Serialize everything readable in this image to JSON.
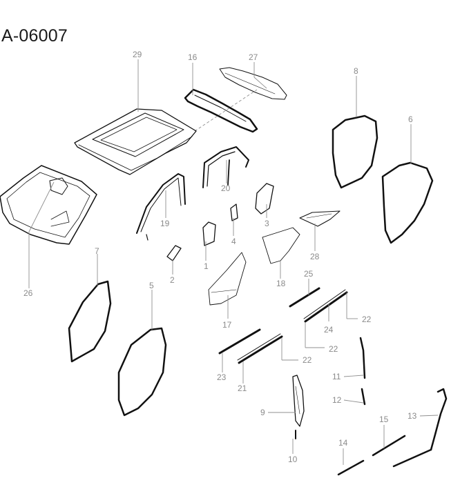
{
  "diagram": {
    "code": "A-06007",
    "callouts": {
      "c1": "1",
      "c2": "2",
      "c3": "3",
      "c4": "4",
      "c5": "5",
      "c6": "6",
      "c7": "7",
      "c8": "8",
      "c9": "9",
      "c10": "10",
      "c11": "11",
      "c12": "12",
      "c13": "13",
      "c14": "14",
      "c15": "15",
      "c16": "16",
      "c17": "17",
      "c18": "18",
      "c19": "19",
      "c20": "20",
      "c21": "21",
      "c22a": "22",
      "c22b": "22",
      "c22c": "22",
      "c23": "23",
      "c24": "24",
      "c25": "25",
      "c26": "26",
      "c27": "27",
      "c28": "28",
      "c29": "29"
    }
  }
}
